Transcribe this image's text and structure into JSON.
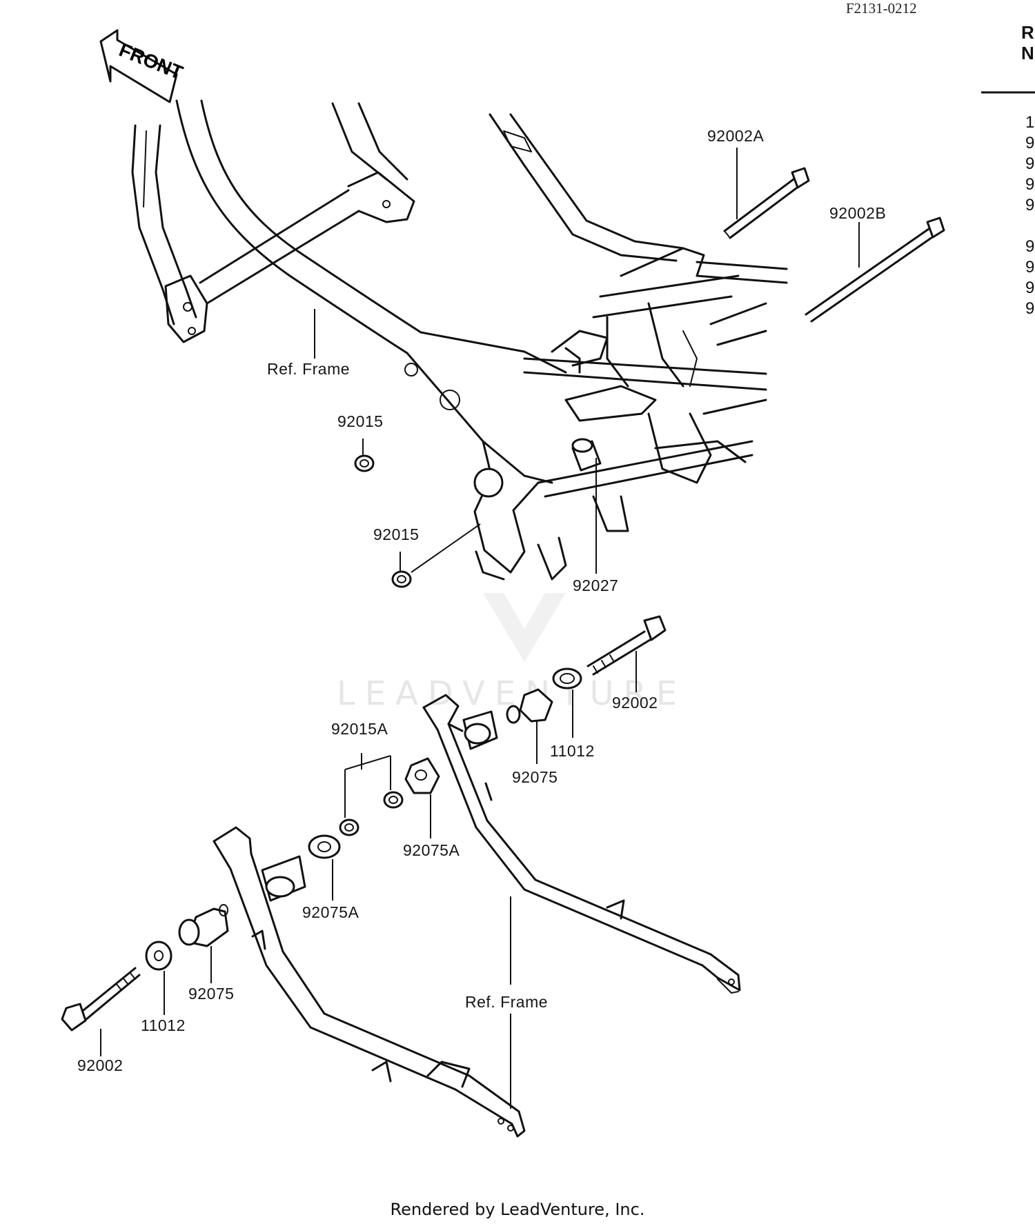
{
  "diagram": {
    "ref_code": "F2131-0212",
    "front_arrow_label": "FRONT",
    "watermark": "LEADVENTURE",
    "footer": "Rendered by LeadVenture, Inc.",
    "side_column": {
      "header": [
        "R",
        "N"
      ],
      "digits": [
        "1",
        "9",
        "9",
        "9",
        "9",
        "9",
        "9",
        "9",
        "9"
      ]
    },
    "labels": {
      "p92002A": "92002A",
      "p92002B": "92002B",
      "ref_frame_top": "Ref. Frame",
      "p92015_a": "92015",
      "p92015_b": "92015",
      "p92027": "92027",
      "p92002_right": "92002",
      "p11012_right": "11012",
      "p92075_right": "92075",
      "p92015A": "92015A",
      "p92075A_right": "92075A",
      "p92075A_left": "92075A",
      "p92075_left": "92075",
      "p11012_left": "11012",
      "p92002_left": "92002",
      "ref_frame_bottom": "Ref. Frame"
    }
  }
}
